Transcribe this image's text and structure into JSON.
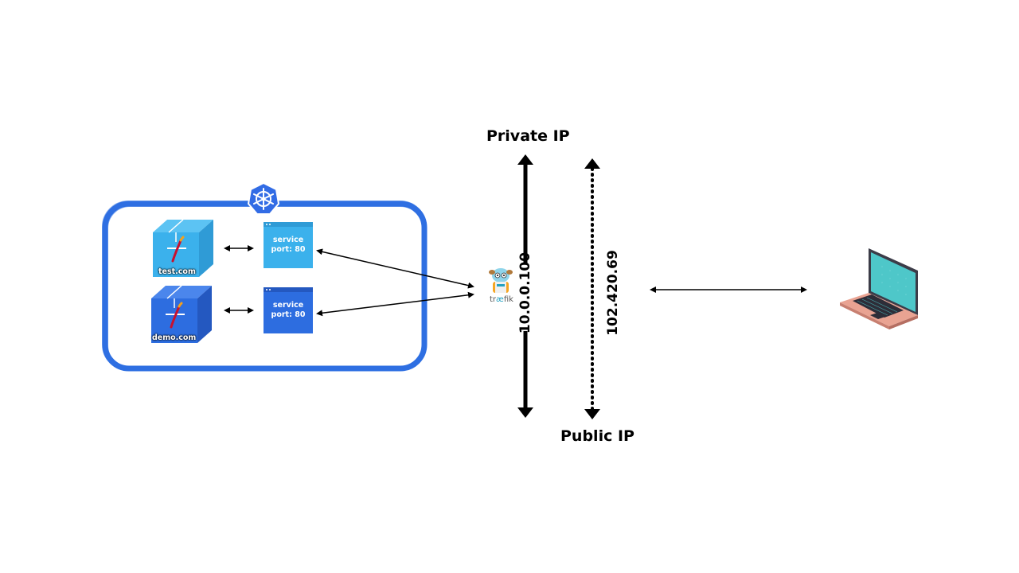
{
  "headings": {
    "private_ip": "Private IP",
    "public_ip": "Public IP"
  },
  "ips": {
    "private": "10.0.0.100",
    "public": "102.420.69"
  },
  "pods": [
    {
      "domain": "test.com",
      "color": "#3bb1ec"
    },
    {
      "domain": "demo.com",
      "color": "#2d6de0"
    }
  ],
  "services": [
    {
      "line1": "service",
      "line2": "port: 80",
      "color": "#3bb1ec"
    },
    {
      "line1": "service",
      "line2": "port: 80",
      "color": "#2d6de0"
    }
  ],
  "proxy": {
    "name_prefix": "tr",
    "name_oe": "æ",
    "name_suffix": "fik"
  },
  "cluster": {
    "icon": "kubernetes-helm-icon",
    "border_color": "#2f6fe2"
  },
  "client": {
    "icon": "laptop-icon"
  }
}
